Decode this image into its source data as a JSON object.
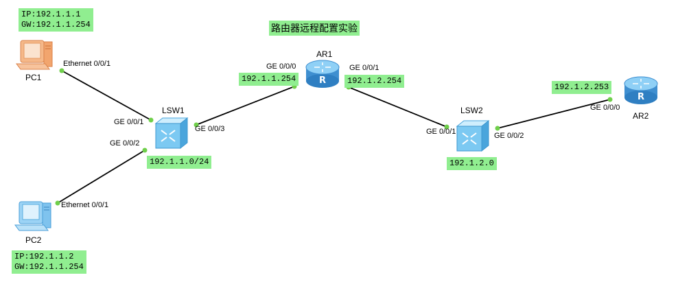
{
  "title": "路由器远程配置实验",
  "devices": {
    "pc1": "PC1",
    "pc2": "PC2",
    "lsw1": "LSW1",
    "lsw2": "LSW2",
    "ar1": "AR1",
    "ar2": "AR2"
  },
  "ports": {
    "pc1_eth": "Ethernet 0/0/1",
    "pc2_eth": "Ethernet 0/0/1",
    "lsw1_ge1": "GE 0/0/1",
    "lsw1_ge2": "GE 0/0/2",
    "lsw1_ge3": "GE 0/0/3",
    "ar1_ge0": "GE 0/0/0",
    "ar1_ge1": "GE 0/0/1",
    "lsw2_ge1": "GE 0/0/1",
    "lsw2_ge2": "GE 0/0/2",
    "ar2_ge0": "GE 0/0/0"
  },
  "notes": {
    "pc1_ip": "IP:192.1.1.1",
    "pc1_gw": "GW:192.1.1.254",
    "pc2_ip": "IP:192.1.1.2",
    "pc2_gw": "GW:192.1.1.254",
    "ar1_ge0_ip": "192.1.1.254",
    "ar1_ge1_ip": "192.1.2.254",
    "lsw1_net": "192.1.1.0/24",
    "lsw2_net": "192.1.2.0",
    "ar2_ip": "192.1.2.253"
  },
  "colors": {
    "note_bg": "#90ee90",
    "link": "#000000",
    "port_dot": "#6fcf4a",
    "router": "#4a9fd8",
    "switch": "#5ab6e8"
  }
}
